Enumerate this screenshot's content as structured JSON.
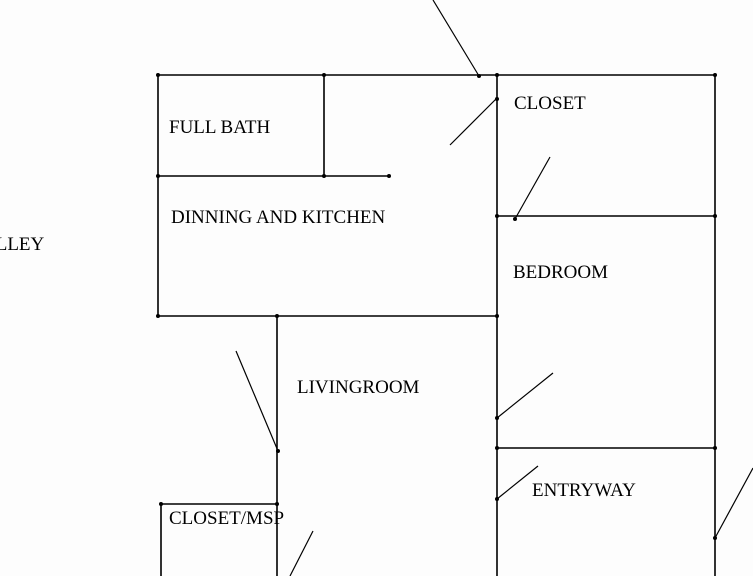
{
  "rooms": {
    "full_bath": "FULL BATH",
    "closet": "CLOSET",
    "dining_kitchen": "DINNING AND KITCHEN",
    "bedroom": "BEDROOM",
    "livingroom": "LIVINGROOM",
    "entryway": "ENTRYWAY",
    "closet_msp": "CLOSET/MSP"
  },
  "outside": {
    "alley": "ALLEY"
  },
  "colors": {
    "line": "#000000",
    "background": "#fdfdfd"
  }
}
